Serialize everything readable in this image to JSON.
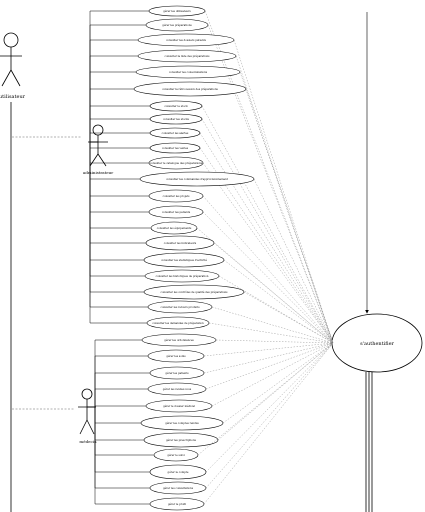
{
  "actors": {
    "utilisateur": "utilisateur",
    "administrateur": "administrateur",
    "medecin": "médecin"
  },
  "central_use_case": "s'authentifier",
  "admin_use_cases": [
    "gérer les utilisateurs",
    "gérer les préparations",
    "consulter les dossiers patients",
    "consulter la liste des préparations",
    "consulter les consommations",
    "consulter la rétrocession des préparations",
    "consulter le stock",
    "consulter les stocks",
    "consulter les alertes",
    "consulter les ventes",
    "consulter le catalogue des préparations",
    "consulter les commandes d'approvisionnement",
    "consulter les projets",
    "consulter les patients",
    "consulter les équipements",
    "consulter les indicateurs",
    "consulter les statistiques d'activité",
    "consulter les historiques de préparation",
    "consulter les contrôles de qualité des préparations",
    "consulter les retours produits",
    "consulter les demandes de préparation"
  ],
  "medecin_use_cases": [
    "gérer les ordonnances",
    "gérer les soins",
    "gérer les patients",
    "gérer les rendez-vous",
    "gérer le dossier médical",
    "gérer les comptes rendus",
    "gérer les prescriptions",
    "gérer le suivi",
    "gérer le compte",
    "gérer les consultations",
    "gérer le profil"
  ]
}
